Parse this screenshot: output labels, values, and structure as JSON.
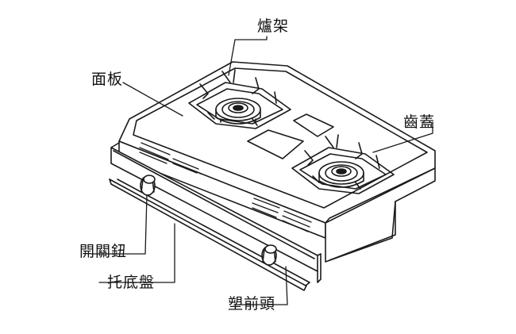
{
  "diagram": {
    "labels": {
      "grate": "爐架",
      "panel": "面板",
      "cap": "齒蓋",
      "knob": "開關鈕",
      "tray": "托底盤",
      "front": "塑前頭"
    }
  }
}
